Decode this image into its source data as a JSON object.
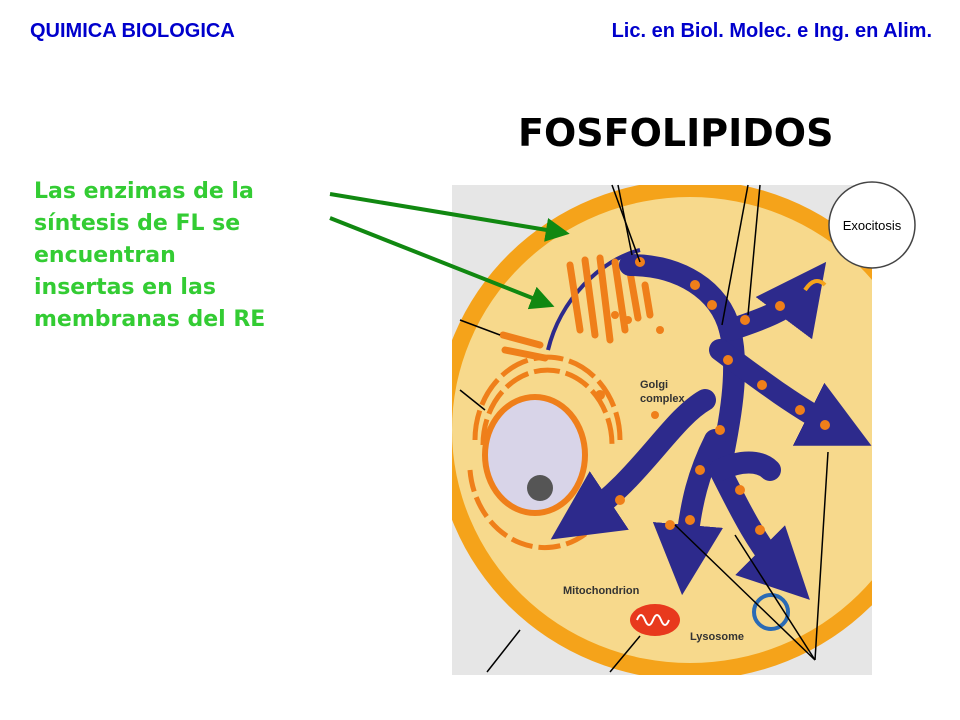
{
  "header": {
    "left": "QUIMICA BIOLOGICA",
    "right": "Lic. en Biol. Molec. e Ing. en Alim."
  },
  "caption": {
    "lines": [
      "Las enzimas de la",
      "síntesis de FL se",
      "encuentran",
      "insertas en las",
      "membranas del RE"
    ]
  },
  "diagram": {
    "title": "FOSFOLIPIDOS",
    "labels": {
      "exocitosis": "Exocitosis",
      "golgi_line1": "Golgi",
      "golgi_line2": "complex",
      "mitochondrion": "Mitochondrion",
      "lysosome": "Lysosome"
    }
  },
  "colors": {
    "header_text": "#0000cc",
    "caption_text": "#33cc33",
    "pointer_arrow": "#118811",
    "cell_border": "#f5a31a",
    "cytoplasm": "#f7d98c",
    "er_orange": "#ef7f1a",
    "pathway_purple": "#2d2a8c",
    "nucleus": "#d8d4e8",
    "mitochondrion": "#e8391d",
    "lysosome": "#2b6bb5"
  }
}
